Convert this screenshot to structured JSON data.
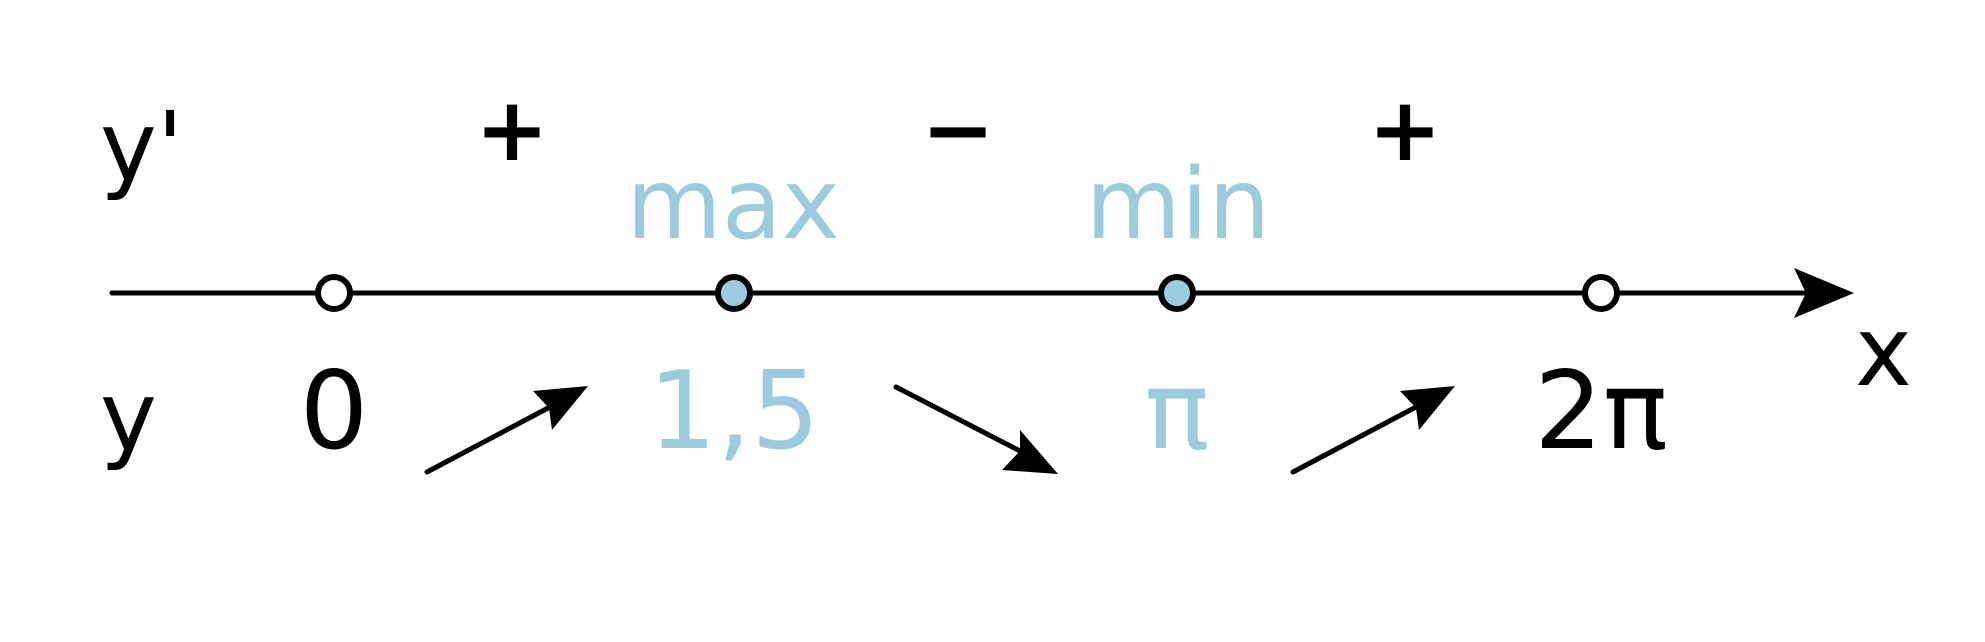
{
  "labels": {
    "derivative_row": "y'",
    "function_row": "y",
    "axis": "x"
  },
  "signs": [
    "+",
    "−",
    "+"
  ],
  "extrema": {
    "max_label": "max",
    "min_label": "min"
  },
  "points": [
    {
      "label": "0",
      "type": "open",
      "color": "#000000"
    },
    {
      "label": "1,5",
      "type": "critical",
      "color": "#9ccbdd"
    },
    {
      "label": "π",
      "type": "critical",
      "color": "#9ccbdd"
    },
    {
      "label": "2π",
      "type": "open",
      "color": "#000000"
    }
  ],
  "monotonicity": [
    "increasing",
    "decreasing",
    "increasing"
  ],
  "colors": {
    "line": "#000000",
    "accent": "#9ccbdd"
  }
}
